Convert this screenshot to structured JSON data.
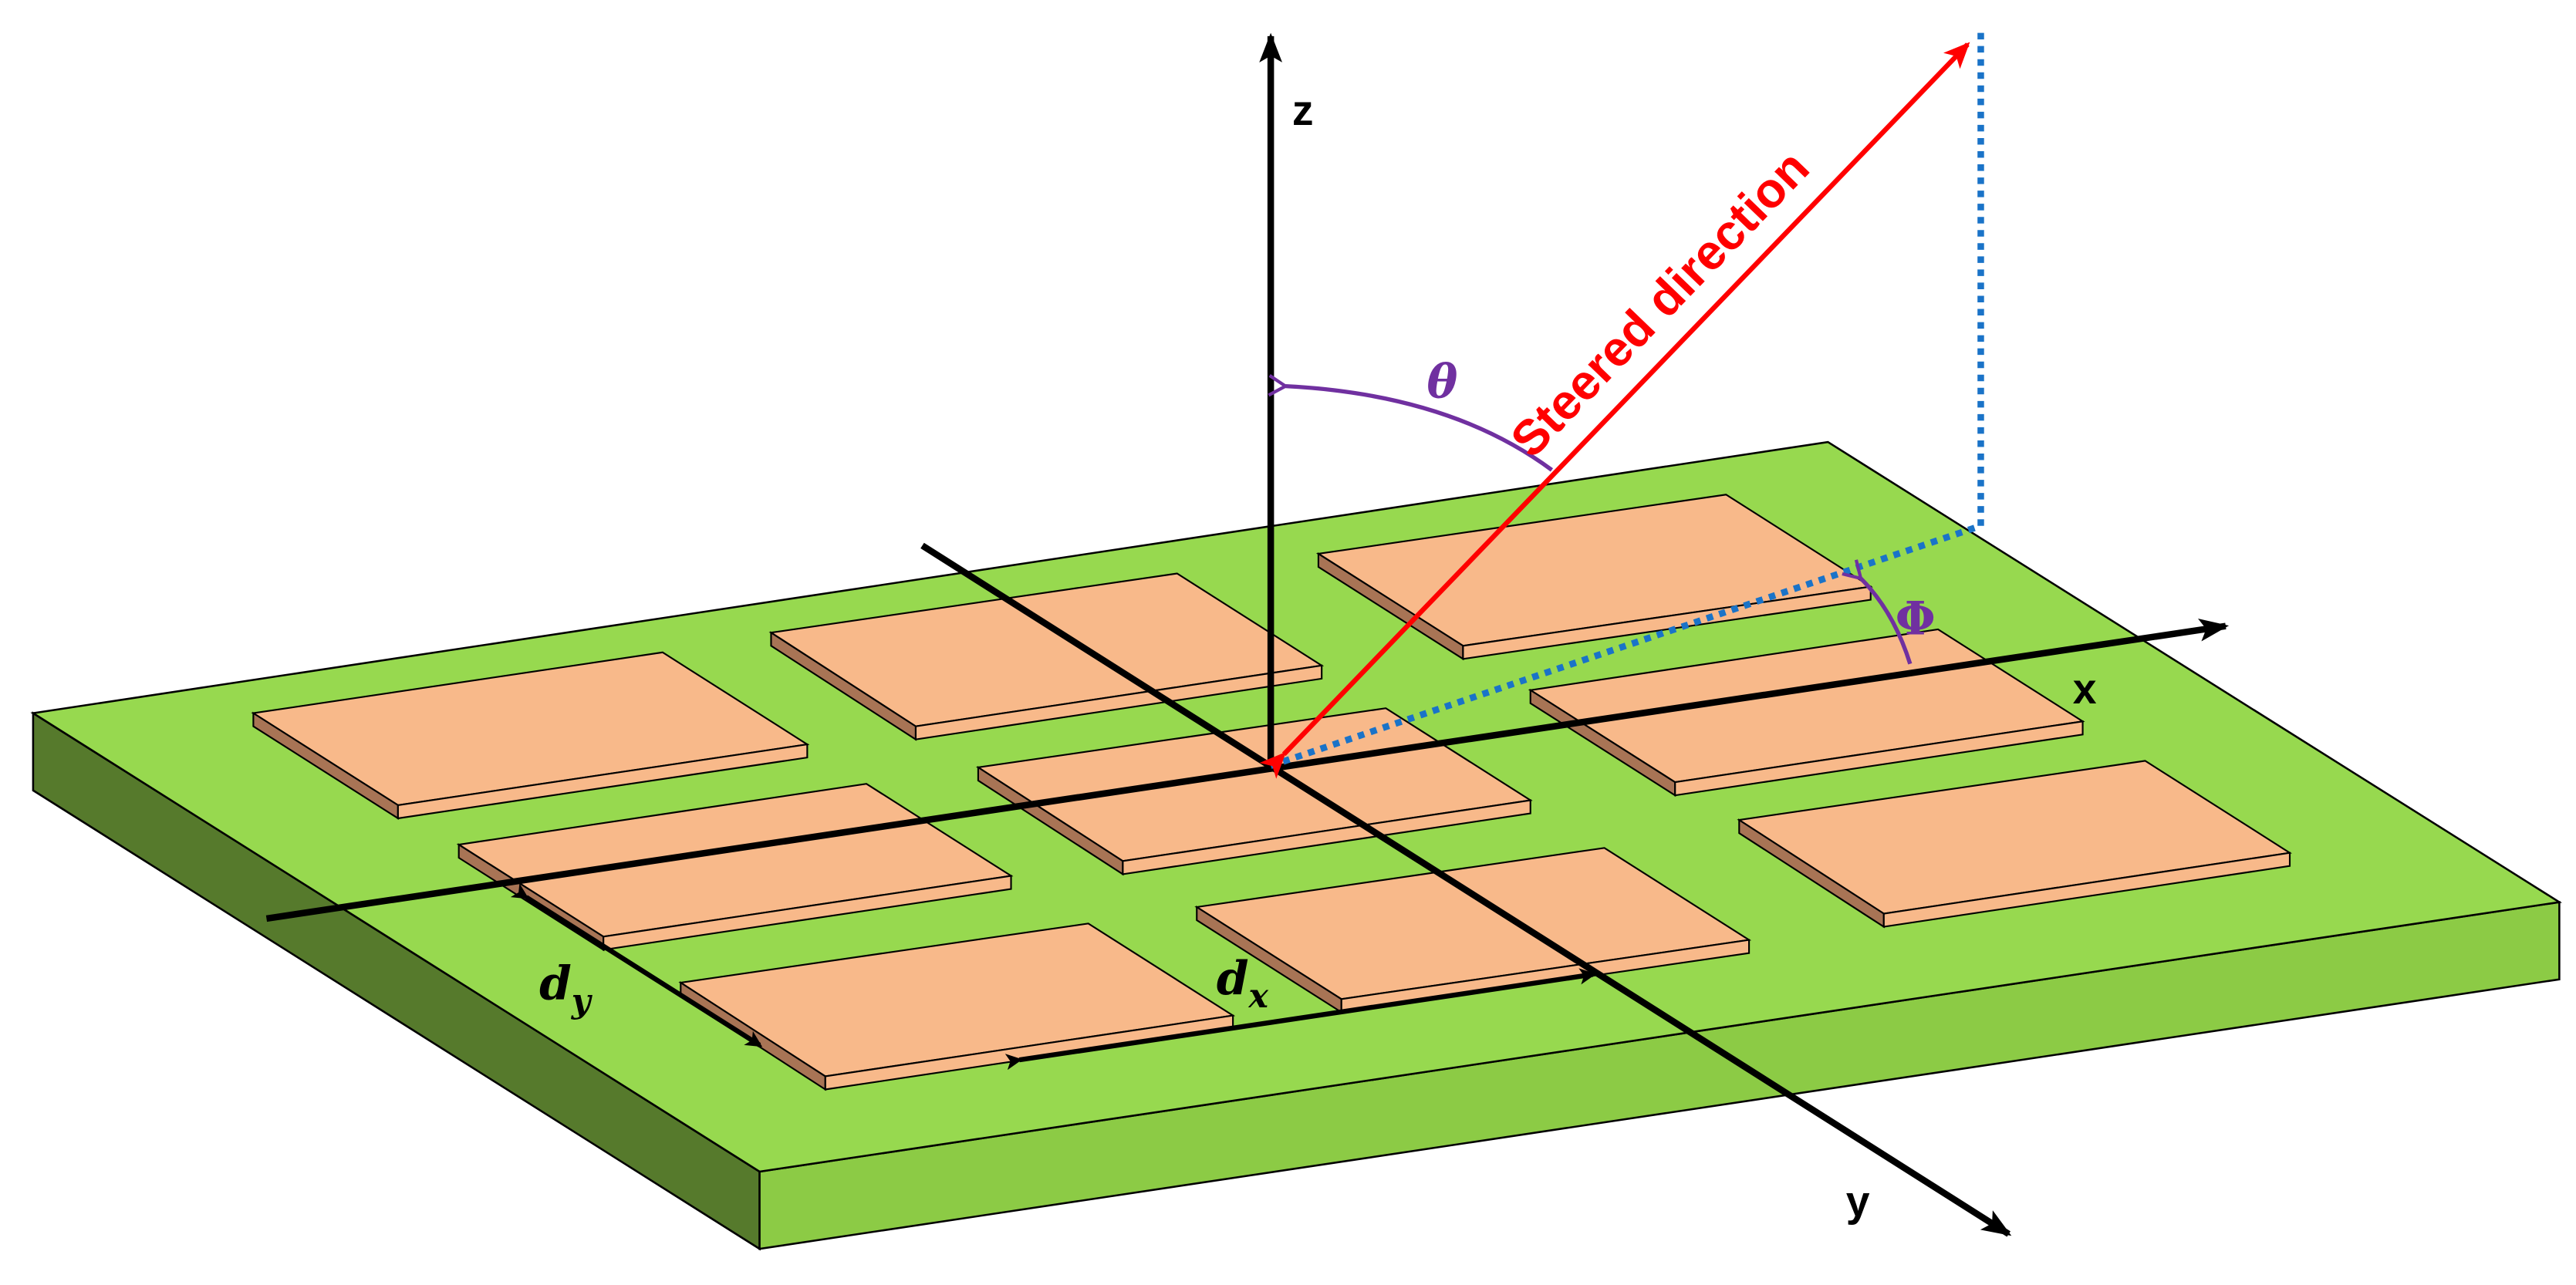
{
  "labels": {
    "z_axis": "z",
    "x_axis": "x",
    "y_axis": "y",
    "theta": "θ",
    "phi": "Φ",
    "steered": "Steered direction",
    "dx_main": "d",
    "dx_sub": "x",
    "dy_main": "d",
    "dy_sub": "y"
  },
  "colors": {
    "substrate_top": "#97d94f",
    "substrate_front": "#8ccb45",
    "substrate_side": "#567a2c",
    "patch_top": "#f8b98a",
    "patch_side": "#a87455",
    "axis": "#000000",
    "steered_arrow": "#ff0000",
    "projection_dots": "#1a73c8",
    "angle_arcs": "#7030a0"
  },
  "array": {
    "rows": 3,
    "columns": 3,
    "element": "patch"
  }
}
